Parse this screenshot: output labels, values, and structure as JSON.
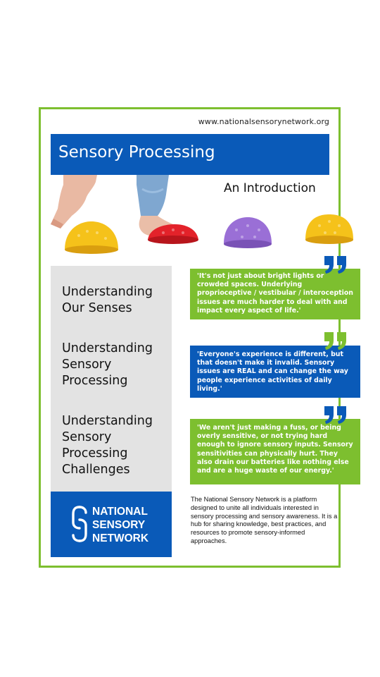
{
  "header": {
    "url": "www.nationalsensorynetwork.org",
    "title": "Sensory Processing",
    "subtitle": "An Introduction"
  },
  "sidebar": {
    "items": [
      {
        "label": "Understanding\nOur Senses"
      },
      {
        "label": "Understanding\nSensory\nProcessing"
      },
      {
        "label": "Understanding\nSensory\nProcessing\nChallenges"
      }
    ]
  },
  "logo": {
    "line1": "NATIONAL",
    "line2": "SENSORY",
    "line3": "NETWORK"
  },
  "quotes": [
    {
      "text": "'It's not just about bright lights or crowded spaces. Underlying proprioceptive / vestibular / interoception issues are much harder to deal with and impact every aspect of life.'"
    },
    {
      "text": "'Everyone's experience is different, but that doesn't make it invalid. Sensory issues are REAL and can change the way people experience activities of daily living.'"
    },
    {
      "text": "'We aren't just making a fuss, or being overly sensitive, or not trying hard enough to ignore sensory inputs. Sensory sensitivities can physically hurt. They also drain our batteries like nothing else and are a huge waste of our energy.'"
    }
  ],
  "about": {
    "text": "The National Sensory Network is a platform designed to unite all individuals interested in sensory processing and sensory awareness. It is a hub for sharing knowledge, best practices, and resources to promote sensory-informed approaches."
  },
  "colors": {
    "brand_blue": "#0a5ab8",
    "brand_green": "#7dbf2f",
    "sidebar_gray": "#e3e3e3"
  },
  "icons": {
    "quote": "quote-mark-icon",
    "logo": "chain-link-logo-icon"
  }
}
